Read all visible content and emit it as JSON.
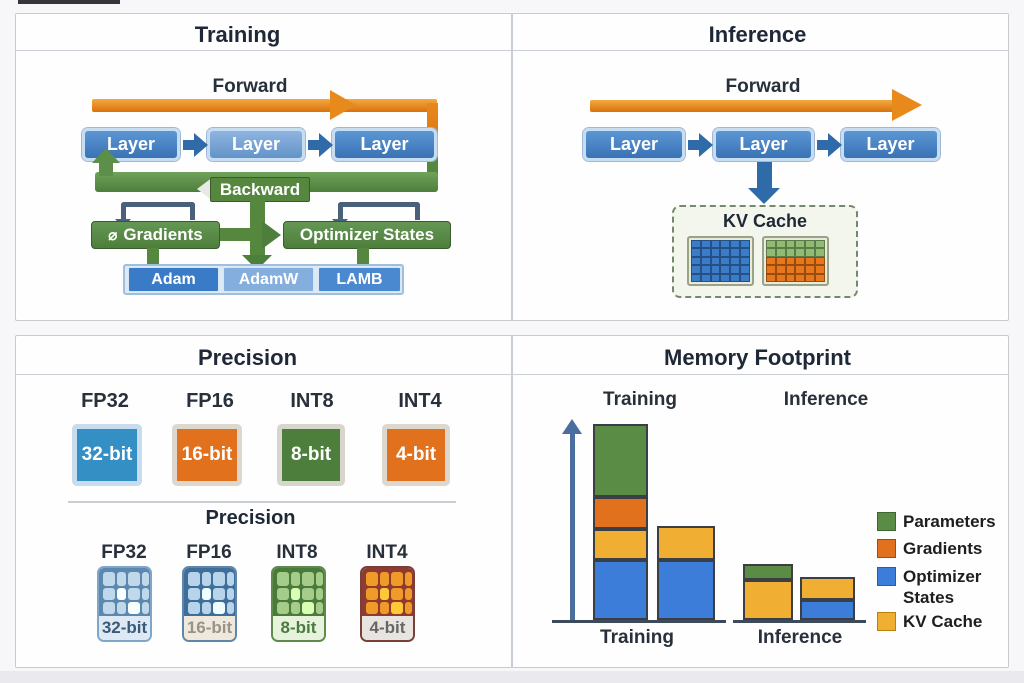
{
  "training": {
    "title": "Training",
    "forward_label": "Forward",
    "backward_label": "Backward",
    "layers": [
      "Layer",
      "Layer",
      "Layer"
    ],
    "gradients_label": "Gradients",
    "optimizer_states_label": "Optimizer States",
    "optimizers": [
      "Adam",
      "AdamW",
      "LAMB"
    ]
  },
  "inference": {
    "title": "Inference",
    "forward_label": "Forward",
    "layers": [
      "Layer",
      "Layer",
      "Layer"
    ],
    "kv_cache": {
      "label": "KV Cache",
      "grids": [
        {
          "rows": 5,
          "cols": 6,
          "row_colors": [
            "#3B7CC9",
            "#3B7CC9",
            "#3B7CC9",
            "#3B7CC9",
            "#3B7CC9"
          ]
        },
        {
          "rows": 5,
          "cols": 6,
          "row_colors": [
            "#8FBC72",
            "#8FBC72",
            "#E8761A",
            "#E8761A",
            "#E8761A"
          ]
        }
      ]
    }
  },
  "precision": {
    "title": "Precision",
    "row1": {
      "format_labels": [
        "FP32",
        "FP16",
        "INT8",
        "INT4"
      ],
      "tiles": [
        {
          "label": "32-bit",
          "fill": "#338FC4",
          "frame": "#C8DCEE"
        },
        {
          "label": "16-bit",
          "fill": "#E2711D",
          "frame": "#DCD8D0"
        },
        {
          "label": "8-bit",
          "fill": "#4E7E3C",
          "frame": "#D8D5CE"
        },
        {
          "label": "4-bit",
          "fill": "#E2711D",
          "frame": "#DCD8D0"
        }
      ]
    },
    "row2": {
      "title": "Precision",
      "format_labels": [
        "FP32",
        "FP16",
        "INT8",
        "INT4"
      ],
      "chips": [
        {
          "label": "32-bit",
          "body": "#5C87AE",
          "cell": "#BFD8EA",
          "strip": "#DDEAF5",
          "strip_text": "#3A5A78",
          "border": "#7FA6C8"
        },
        {
          "label": "16-bit",
          "body": "#3E6E99",
          "cell": "#B8D4EA",
          "strip": "#EFE9DD",
          "strip_text": "#9A9286",
          "border": "#5F86A8"
        },
        {
          "label": "8-bit",
          "body": "#4A7A3C",
          "cell": "#A6CC8A",
          "strip": "#E6F2DC",
          "strip_text": "#4A7A3C",
          "border": "#5F8A4C"
        },
        {
          "label": "4-bit",
          "body": "#8E3B32",
          "cell": "#F09A28",
          "strip": "#E8E5E0",
          "strip_text": "#666666",
          "border": "#7A4038"
        }
      ]
    }
  },
  "memory": {
    "title": "Memory Footprint",
    "top_group_labels": [
      "Training",
      "Inference"
    ],
    "x_axis_labels": [
      "Training",
      "Inference"
    ],
    "legend": [
      {
        "label": "Parameters",
        "color": "#5B8C46"
      },
      {
        "label": "Gradients",
        "color": "#E2711D"
      },
      {
        "label": "Optimizer States",
        "color": "#3B7DD8"
      },
      {
        "label": "KV Cache",
        "color": "#F0AE33"
      }
    ]
  },
  "chart_data": {
    "type": "bar",
    "stacked": true,
    "title": "Memory Footprint",
    "groups": [
      "Training",
      "Inference"
    ],
    "series_colors": {
      "Parameters": "#5B8C46",
      "Gradients": "#E2711D",
      "Optimizer States": "#3B7DD8",
      "KV Cache": "#F0AE33"
    },
    "bars": [
      {
        "group": "Training",
        "stack_bottom_to_top": [
          [
            "Optimizer States",
            60
          ],
          [
            "KV Cache",
            31
          ],
          [
            "Gradients",
            32
          ],
          [
            "Parameters",
            73
          ]
        ]
      },
      {
        "group": "Training",
        "stack_bottom_to_top": [
          [
            "Optimizer States",
            60
          ],
          [
            "KV Cache",
            34
          ]
        ]
      },
      {
        "group": "Inference",
        "stack_bottom_to_top": [
          [
            "KV Cache",
            40
          ],
          [
            "Parameters",
            16
          ]
        ]
      },
      {
        "group": "Inference",
        "stack_bottom_to_top": [
          [
            "Optimizer States",
            20
          ],
          [
            "KV Cache",
            23
          ]
        ]
      }
    ],
    "value_units": "relative memory (estimated from bar heights)",
    "y_axis": {
      "visible": true,
      "arrow": true,
      "ticks": []
    },
    "legend_position": "right",
    "grid": false
  },
  "accent_colors": {
    "forward_arrow_orange": "#E8891C",
    "backward_green": "#55873F",
    "layer_blue": "#3A72B4",
    "connector_slate": "#4A617C",
    "inter_arrow_blue": "#2E6BA8"
  }
}
